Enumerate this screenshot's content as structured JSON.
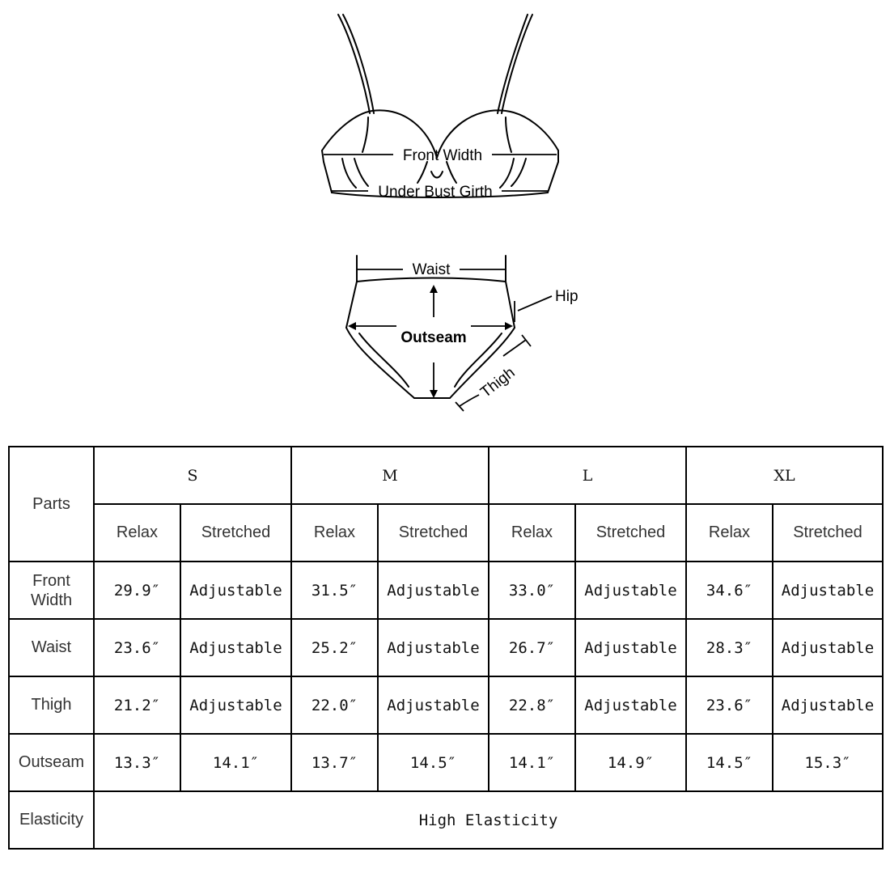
{
  "diagram": {
    "bra_labels": {
      "front_width": "Front Width",
      "under_bust_girth": "Under Bust Girth"
    },
    "brief_labels": {
      "waist": "Waist",
      "hip": "Hip",
      "outseam": "Outseam",
      "thigh": "Thigh"
    }
  },
  "table": {
    "parts_header": "Parts",
    "sizes": [
      "S",
      "M",
      "L",
      "XL"
    ],
    "sub_headers": {
      "relax": "Relax",
      "stretched": "Stretched"
    },
    "rows": [
      {
        "part": "Front Width",
        "values": [
          "29.9″",
          "Adjustable",
          "31.5″",
          "Adjustable",
          "33.0″",
          "Adjustable",
          "34.6″",
          "Adjustable"
        ]
      },
      {
        "part": "Waist",
        "values": [
          "23.6″",
          "Adjustable",
          "25.2″",
          "Adjustable",
          "26.7″",
          "Adjustable",
          "28.3″",
          "Adjustable"
        ]
      },
      {
        "part": "Thigh",
        "values": [
          "21.2″",
          "Adjustable",
          "22.0″",
          "Adjustable",
          "22.8″",
          "Adjustable",
          "23.6″",
          "Adjustable"
        ]
      },
      {
        "part": "Outseam",
        "values": [
          "13.3″",
          "14.1″",
          "13.7″",
          "14.5″",
          "14.1″",
          "14.9″",
          "14.5″",
          "15.3″"
        ]
      }
    ],
    "elasticity": {
      "part": "Elasticity",
      "value": "High Elasticity"
    }
  }
}
